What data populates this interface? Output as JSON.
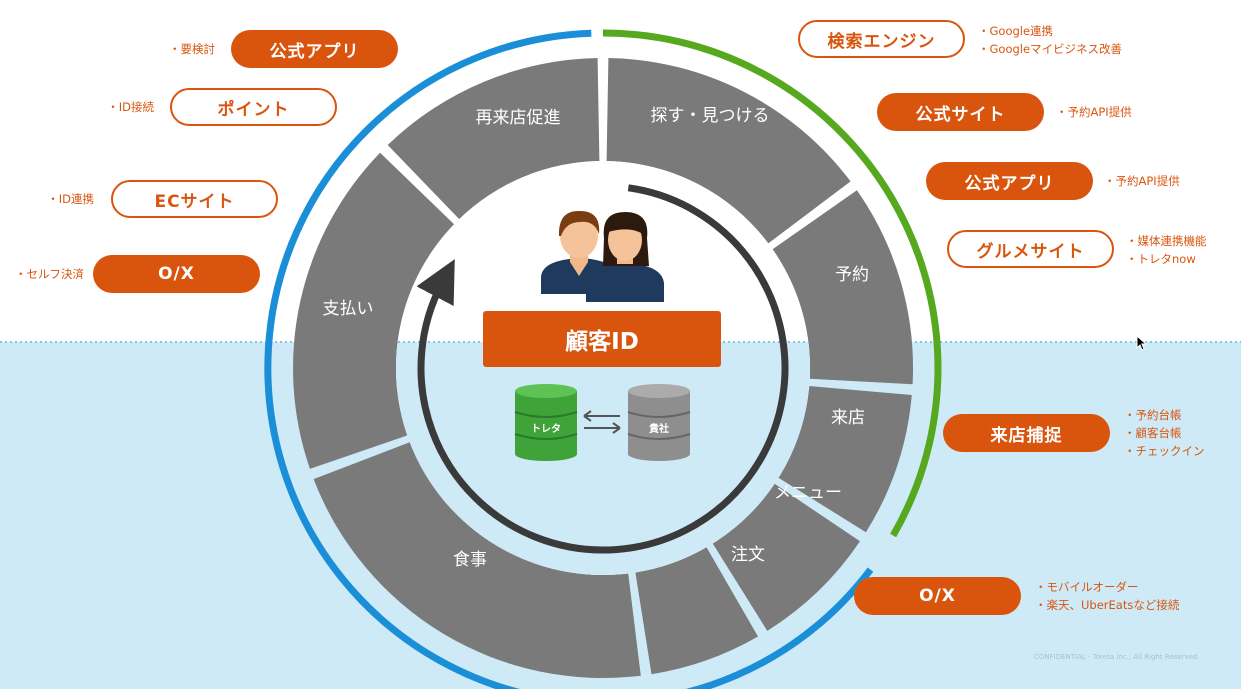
{
  "diagram": {
    "center_label": "顧客ID",
    "databases": [
      "トレタ",
      "貴社"
    ],
    "segments": [
      "再来店促進",
      "探す・見つける",
      "予約",
      "来店",
      "メニュー",
      "注文",
      "食事",
      "支払い"
    ],
    "left_pills": [
      {
        "label": "公式アプリ",
        "note": "・要検討"
      },
      {
        "label": "ポイント",
        "note": "・ID接続"
      },
      {
        "label": "ECサイト",
        "note": "・ID連携"
      },
      {
        "label": "O/X",
        "note": "・セルフ決済"
      }
    ],
    "right_pills": [
      {
        "label": "検索エンジン",
        "notes": [
          "・Google連携",
          "・Googleマイビジネス改善"
        ]
      },
      {
        "label": "公式サイト",
        "notes": [
          "・予約API提供"
        ]
      },
      {
        "label": "公式アプリ",
        "notes": [
          "・予約API提供"
        ]
      },
      {
        "label": "グルメサイト",
        "notes": [
          "・媒体連携機能",
          "・トレタnow"
        ]
      },
      {
        "label": "来店捕捉",
        "notes": [
          "・予約台帳",
          "・顧客台帳",
          "・チェックイン"
        ]
      },
      {
        "label": "O/X",
        "notes": [
          "・モバイルオーダー",
          "・楽天、UberEatsなど接続"
        ]
      }
    ],
    "footer": "CONFIDENTIAL - Toreta inc., All Right Reserved",
    "colors": {
      "accent_orange": "#d9550e",
      "segment_gray": "#7a7a7a",
      "ring_blue": "#1a8fd8",
      "ring_green": "#56a91e",
      "water": "#cfeaf7",
      "db_green": "#3fa33a",
      "db_gray": "#8e8e8e"
    }
  }
}
